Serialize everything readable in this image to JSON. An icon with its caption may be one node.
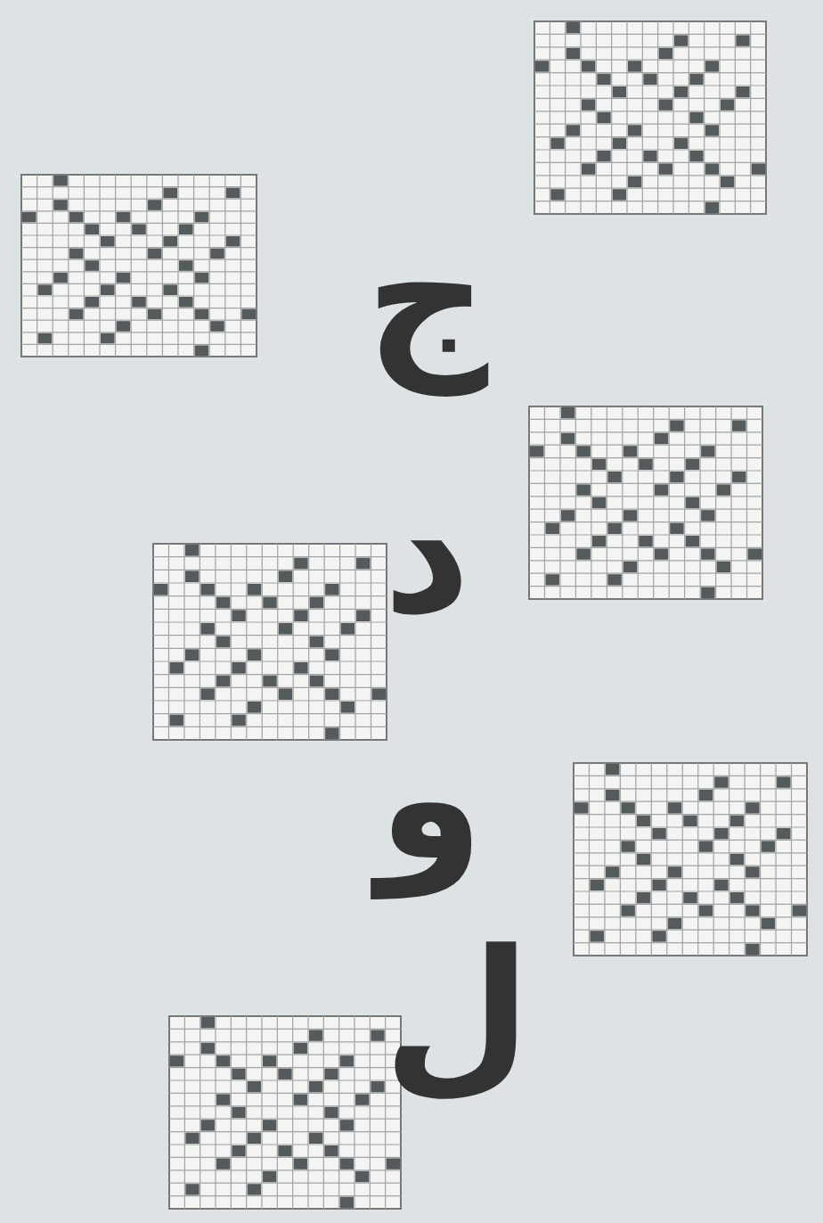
{
  "diagram": {
    "labels": [
      "ج",
      "د",
      "و",
      "ل"
    ]
  }
}
